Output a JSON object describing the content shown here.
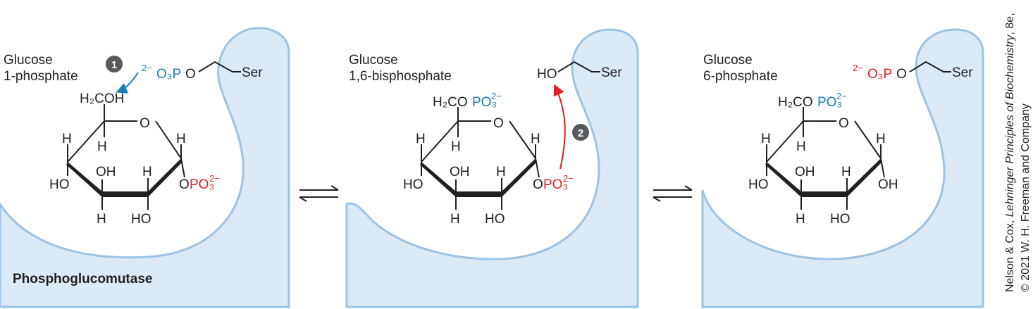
{
  "panels": [
    {
      "label_line1": "Glucose",
      "label_line2": "1-phosphate"
    },
    {
      "label_line1": "Glucose",
      "label_line2": "1,6-bisphosphate"
    },
    {
      "label_line1": "Glucose",
      "label_line2": "6-phosphate"
    }
  ],
  "enzyme_label": "Phosphoglucomutase",
  "steps": {
    "step1": "1",
    "step2": "2"
  },
  "atoms": {
    "H": "H",
    "O": "O",
    "OH": "OH",
    "HO": "HO",
    "H2COH": "H₂COH",
    "Ser": "Ser",
    "charge": "2−",
    "O3P": "O₃P",
    "PO3": "PO₃",
    "O_prefix": "O",
    "H2CO": "H₂CO",
    "P": "P"
  },
  "credit": {
    "line1_a": "Nelson & Cox, ",
    "line1_b": "Lehninger Principles of Biochemistry",
    "line1_c": ", 8e,",
    "line2": "© 2021 W. H. Freeman and Company"
  },
  "colors": {
    "enzyme_fill": "#dce9f6",
    "enzyme_stroke": "#9cc3e6",
    "blue": "#1a7fb8",
    "red": "#e31e24",
    "step_badge": "#58595b"
  }
}
